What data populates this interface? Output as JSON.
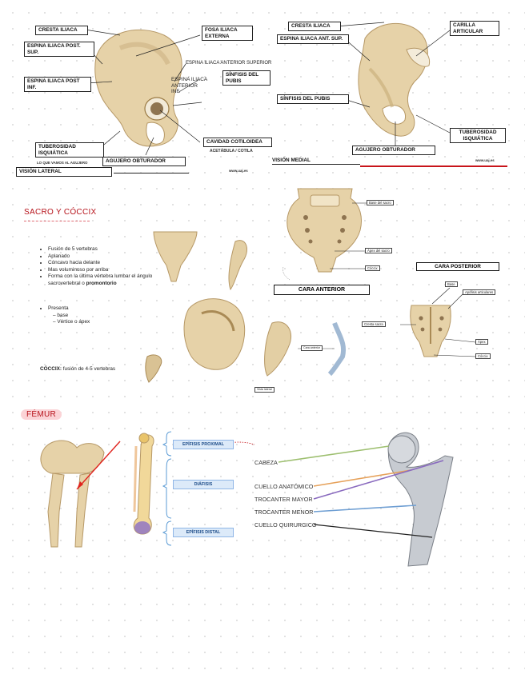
{
  "pelvis_lateral": {
    "cresta_iliaca": "CRESTA ILIACA",
    "espina_post_sup": "ESPINA ILIACA POST. SUP.",
    "espina_post_inf": "ESPINA ILIACA POST INF.",
    "tuberosidad": "TUBEROSIDAD ISQUIÁTICA",
    "fosa": "FOSA ILIACA EXTERNA",
    "espina_ant_sup": "ESPINA ILIACA ANTERIOR SUPERIOR",
    "espina_ant_inf": "ESPINA ILIACA ANTERIOR INF.",
    "sinfisis": "SÍNFISIS DEL PUBIS",
    "cavidad": "CAVIDAD COTILOIDEA",
    "cavidad_note": "ACETÁBULA / COTILA",
    "agujero": "AGUJERO OBTURADOR",
    "handwrite": "LO QUE VAMOS AL AGUJERO",
    "vision": "VISIÓN LATERAL",
    "web": "www.uaj.es"
  },
  "pelvis_medial": {
    "cresta": "CRESTA ILIACA",
    "espina": "ESPINA ILIACA ANT. SUP.",
    "carilla": "CARILLA ARTICULAR",
    "sinfisis": "SÍNFISIS DEL PUBIS",
    "tuberosidad": "TUBEROSIDAD ISQUIÁTICA",
    "agujero": "AGUJERO OBTURADOR",
    "vision": "VISIÓN MEDIAL",
    "web": "www.uaj.es"
  },
  "sacro": {
    "title": "SACRO Y CÓCCIX",
    "points": [
      "Fusión de 5 vertebras",
      "Aplanado",
      "Cóncavo hacia delante",
      "Mas voluminoso por arriba",
      "Forma con la última vértebra lumbar el ángulo sacrovertebral o"
    ],
    "bold_word": "promontorio",
    "presenta": "Presenta",
    "sub": [
      "base",
      "Vértice o ápex"
    ],
    "coccix_label": "CÓCCIX:",
    "coccix_text": "fusión de 4-5 vertebras",
    "anterior_labels": {
      "base": "Base del sacro",
      "apex": "Ápex del sacro",
      "coccix": "Cóccix"
    },
    "cara_anterior": "CARA ANTERIOR",
    "cara_posterior": "CARA POSTERIOR",
    "posterior_labels": {
      "base": "Base",
      "apofisis": "Apófisis articulares",
      "cresta": "Cresta sacra",
      "apex": "Ápex",
      "coccix": "Cóccix"
    },
    "side_labels": {
      "ant": "Cara anterior",
      "lat": "Vista lateral"
    }
  },
  "femur": {
    "title": "FÉMUR",
    "epifisis_prox": "EPÍFISIS PROXIMAL",
    "diafisis": "DIÁFISIS",
    "epifisis_dist": "EPÍFISIS DISTAL",
    "cabeza": "CABEZA",
    "cuello_anat": "CUELLO ANATÓMICO",
    "troc_mayor": "TROCANTER MAYOR",
    "troc_menor": "TROCANTER MENOR",
    "cuello_quir": "CUELLO QUIRURGICO"
  },
  "colors": {
    "accent_red": "#c8141a",
    "bone": "#e8d5ad",
    "label_blue_bg": "#dceaf9",
    "cabeza_line": "#9dbf6f",
    "cuello_line": "#e6a15a",
    "troc_mayor_line": "#8a6bbf",
    "troc_menor_line": "#6f9fd3"
  }
}
